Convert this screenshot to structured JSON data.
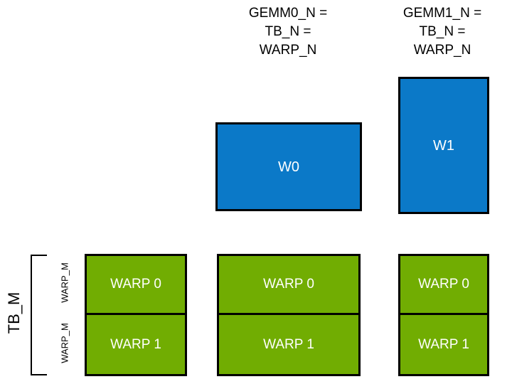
{
  "diagram": {
    "title_headers": [
      {
        "name": "gemm0",
        "text": "GEMM0_N =\nTB_N =\nWARP_N"
      },
      {
        "name": "gemm1",
        "text": "GEMM1_N =\nTB_N =\nWARP_N"
      }
    ],
    "warp_tiles": [
      {
        "label": "W0",
        "color": "#0B79C8"
      },
      {
        "label": "W1",
        "color": "#0B79C8"
      }
    ],
    "warp_columns": [
      {
        "cells": [
          {
            "label": "WARP 0"
          },
          {
            "label": "WARP 1"
          }
        ]
      },
      {
        "cells": [
          {
            "label": "WARP 0"
          },
          {
            "label": "WARP 1"
          }
        ]
      },
      {
        "cells": [
          {
            "label": "WARP 0"
          },
          {
            "label": "WARP 1"
          }
        ]
      }
    ],
    "axis_labels": {
      "tb_m": "TB_M",
      "warp_m_top": "WARP_M",
      "warp_m_bottom": "WARP_M"
    },
    "colors": {
      "blue": "#0B79C8",
      "green": "#71AD02",
      "outline": "#000000",
      "background": "#FFFFFF",
      "label_text": "#FFFFFF"
    }
  }
}
